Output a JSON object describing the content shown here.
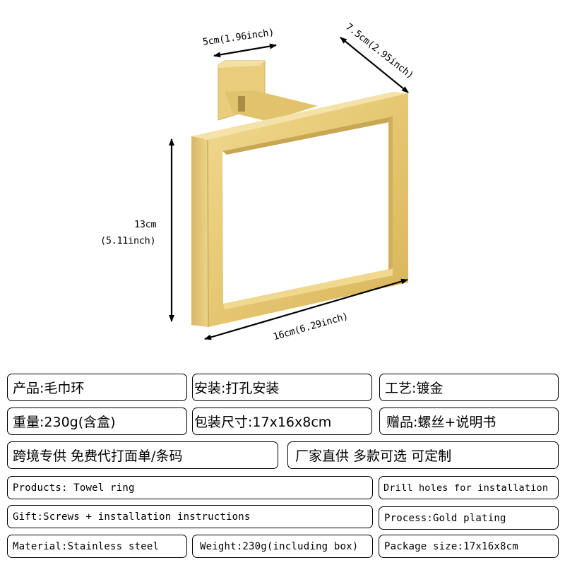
{
  "dimensions": {
    "width_top": "5cm(1.96inch)",
    "depth": "7.5cm(2.95inch)",
    "height_cm": "13cm",
    "height_inch": "(5.11inch)",
    "width_bottom": "16cm(6.29inch)"
  },
  "product": {
    "name": "Towel ring",
    "color": "#E8CC7A",
    "color_dark": "#C9A94E",
    "color_light": "#F3DE9C"
  },
  "cn_info": {
    "row1": [
      "产品:毛巾环",
      "安装:打孔安装",
      "工艺:镀金"
    ],
    "row2": [
      "重量:230g(含盒)",
      "包装尺寸:17x16x8cm",
      "赠品:螺丝+说明书"
    ],
    "row3": [
      "跨境专供 免费代打面单/条码",
      "厂家直供 多款可选 可定制"
    ]
  },
  "en_info": {
    "products": "Products: Towel ring",
    "installation": "Drill holes for installation",
    "gift": "Gift:Screws + installation instructions",
    "process": "Process:Gold plating",
    "material": "Material:Stainless steel",
    "weight": "Weight:230g(including box)",
    "package": "Package size:17x16x8cm"
  }
}
